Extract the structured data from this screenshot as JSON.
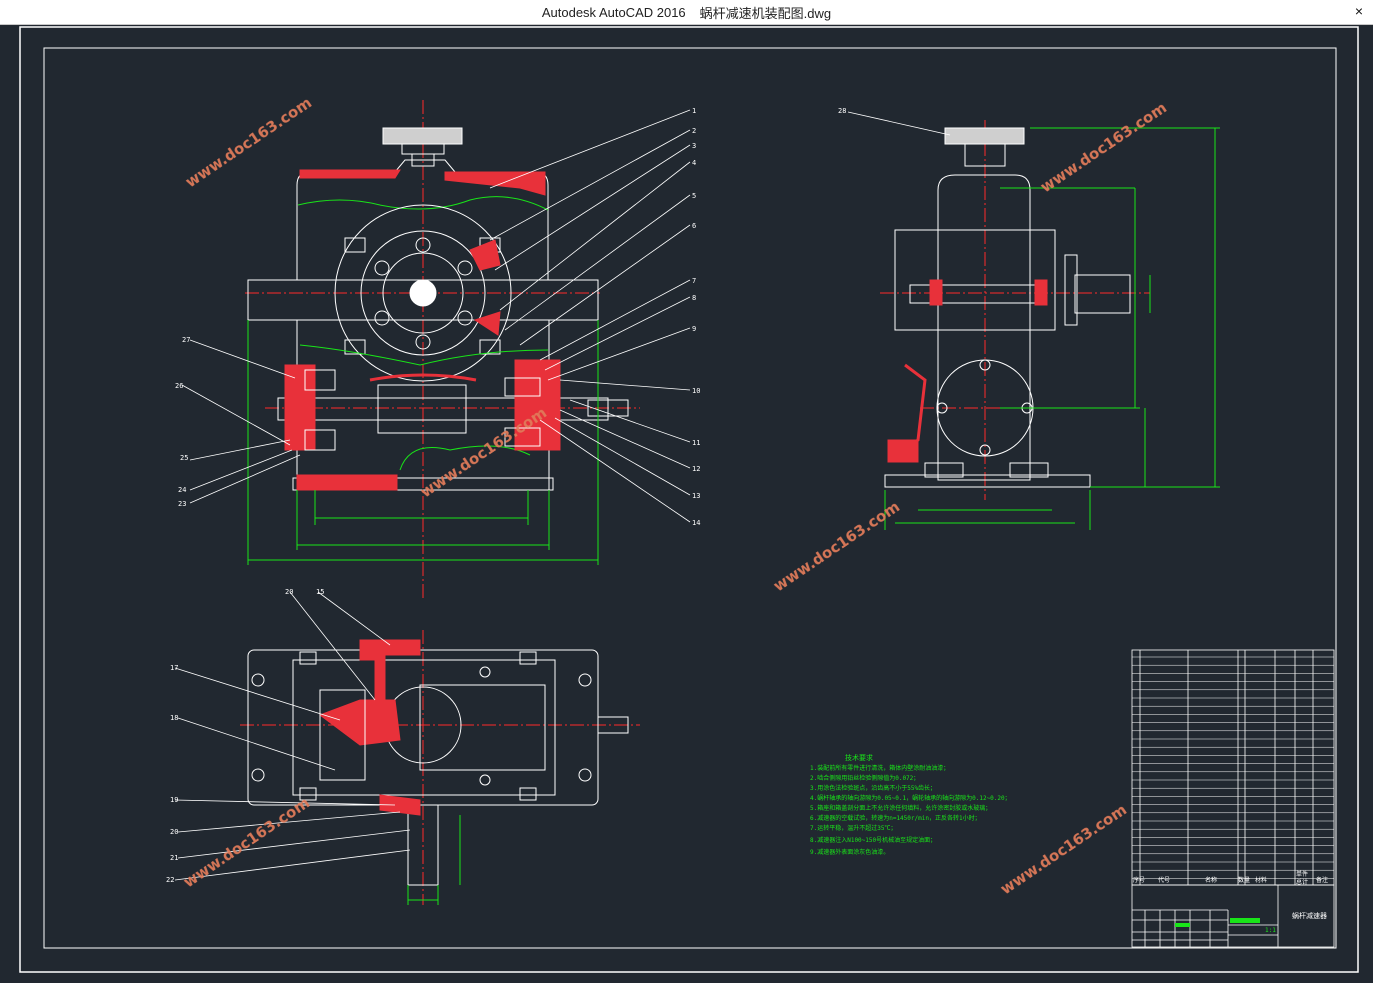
{
  "window": {
    "app_title": "Autodesk AutoCAD 2016",
    "file_name": "蜗杆减速机装配图.dwg",
    "close_glyph": "×"
  },
  "colors": {
    "background": "#212830",
    "outline": "#ffffff",
    "section_red": "#e8313a",
    "dimension_green": "#19e519",
    "centerline_red": "#ff2a2a",
    "watermark": "#e07b5a"
  },
  "watermark": {
    "text": "www.doc163.com"
  },
  "balloons": {
    "front_right": [
      "1",
      "2",
      "3",
      "4",
      "5",
      "6",
      "7",
      "8",
      "9",
      "10",
      "11",
      "12",
      "13",
      "14"
    ],
    "front_left": [
      "27",
      "26",
      "25",
      "24",
      "23"
    ],
    "side": [
      "28"
    ],
    "top_left": [
      "20",
      "15",
      "17",
      "18",
      "19",
      "20",
      "21",
      "22"
    ]
  },
  "tech_notes": {
    "title": "技术要求",
    "lines": [
      "1.装配前所有零件进行清洗，箱体内壁涂耐油油漆；",
      "2.啮合侧隙用铅丝检验侧隙值为0.072；",
      "3.用涂色法检验斑点，沿齿高不小于55%齿长；",
      "4.蜗杆轴承的轴向游隙为0.05~0.1，蜗轮轴承的轴向游隙为0.12~0.20；",
      "5.箱座和箱盖剖分面上不允许涂任何填料，允许涂密封胶或水玻璃；",
      "6.减速器的空载试验，转速为n=1450r/min，正反各转1小时；",
      "7.运转平稳，温升不超过35℃；",
      "8.减速器注入N100~150号机械油至规定油面；",
      "9.减速器外表面涂灰色油漆。"
    ]
  },
  "title_block": {
    "col_headers": [
      "序号",
      "代号",
      "名称",
      "数量",
      "材料",
      "单件",
      "总计",
      "备注"
    ],
    "drawing_name": "蜗杆减速器",
    "scale": "1:1"
  }
}
